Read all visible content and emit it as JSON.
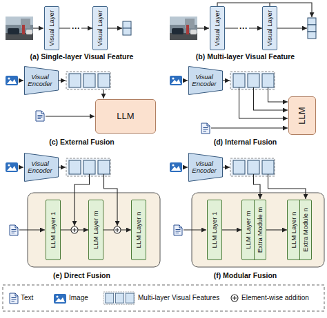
{
  "diagram": {
    "nodes": [
      {
        "text": [
          "Visual Layer"
        ]
      },
      {
        "text": [
          "Visual Layer"
        ]
      },
      {
        "text": [
          "Visual Layer"
        ]
      },
      {
        "text": [
          "Visual Layer"
        ]
      },
      {
        "text": [
          "Visual Encoder"
        ]
      },
      {
        "text": [
          "LLM"
        ]
      },
      {
        "text": [
          "Visual Encoder"
        ]
      },
      {
        "text": [
          "LLM"
        ]
      },
      {
        "text": [
          "Visual Encoder"
        ]
      },
      {
        "text": [
          "LLM Layer 1"
        ]
      },
      {
        "text": [
          "LLM Layer m"
        ]
      },
      {
        "text": [
          "LLM Layer n"
        ]
      },
      {
        "text": [
          "Visual Encoder"
        ]
      },
      {
        "text": [
          "LLM Layer 1"
        ]
      },
      {
        "text": [
          "LLM Layer m",
          "Extra Module m"
        ]
      },
      {
        "text": [
          "LLM Layer n",
          "Extra Module n"
        ]
      }
    ],
    "edges": [
      {
        "from": 0,
        "to": 1,
        "arrow": "to",
        "label": "···"
      },
      {
        "from": 2,
        "to": 3,
        "arrow": "to",
        "label": "···"
      },
      {
        "from": 9,
        "to": 10,
        "arrow": "to"
      },
      {
        "from": 10,
        "to": 11,
        "arrow": "to"
      },
      {
        "from": 13,
        "to": 14,
        "arrow": "to"
      },
      {
        "from": 14,
        "to": 15,
        "arrow": "to"
      }
    ],
    "labels": [
      "(a) Single-layer Visual Feature",
      "(b) Multi-layer Visual Feature",
      "(c) External Fusion",
      "(d) Internal Fusion",
      "(e) Direct Fusion",
      "(f) Modular Fusion"
    ],
    "legend": [
      {
        "text": "Text"
      },
      {
        "text": "Image"
      },
      {
        "text": "Multi-layer Visual Features"
      },
      {
        "text": "Element-wise addition"
      }
    ]
  }
}
